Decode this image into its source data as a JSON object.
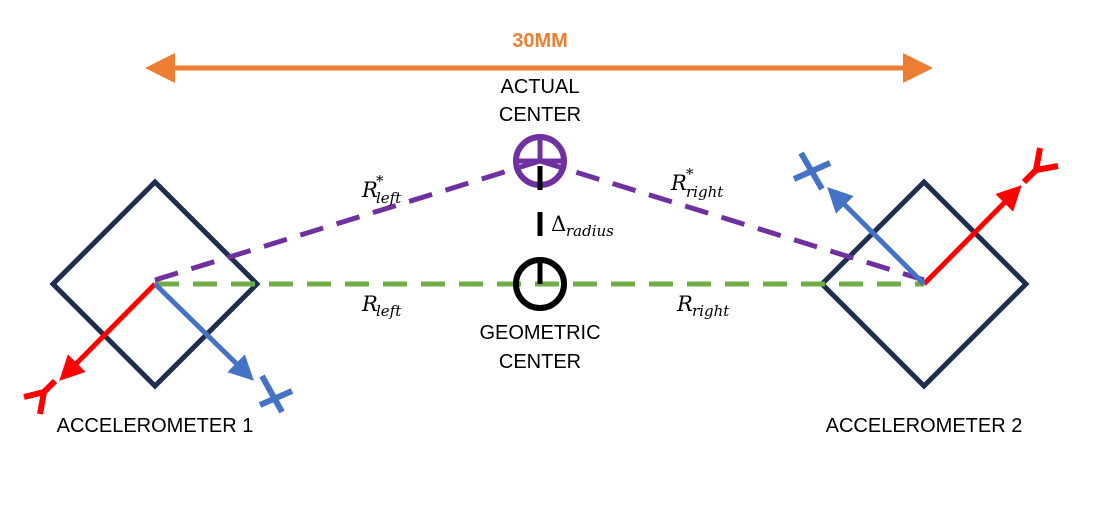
{
  "dimension": {
    "label": "30MM",
    "color": "#ED7D31"
  },
  "actual_center": {
    "line1": "ACTUAL",
    "line2": "CENTER",
    "color": "#7030A0"
  },
  "geometric_center": {
    "line1": "GEOMETRIC",
    "line2": "CENTER",
    "color": "#000000"
  },
  "accelerometers": [
    {
      "label": "ACCELEROMETER 1",
      "color": "#1F2D4E"
    },
    {
      "label": "ACCELEROMETER 2",
      "color": "#1F2D4E"
    }
  ],
  "radii": {
    "r_left_star": {
      "base": "R",
      "sup": "*",
      "sub": "left"
    },
    "r_right_star": {
      "base": "R",
      "sup": "*",
      "sub": "right"
    },
    "r_left": {
      "base": "R",
      "sub": "left"
    },
    "r_right": {
      "base": "R",
      "sub": "right"
    },
    "delta_radius": {
      "base": "Δ",
      "sub": "radius"
    }
  },
  "axes": {
    "x_label": "X",
    "y_label": "Y",
    "x_color": "#4472C4",
    "y_color": "#FF0000"
  },
  "line_colors": {
    "actual_radius": "#7030A0",
    "geometric_radius": "#70AD47"
  }
}
